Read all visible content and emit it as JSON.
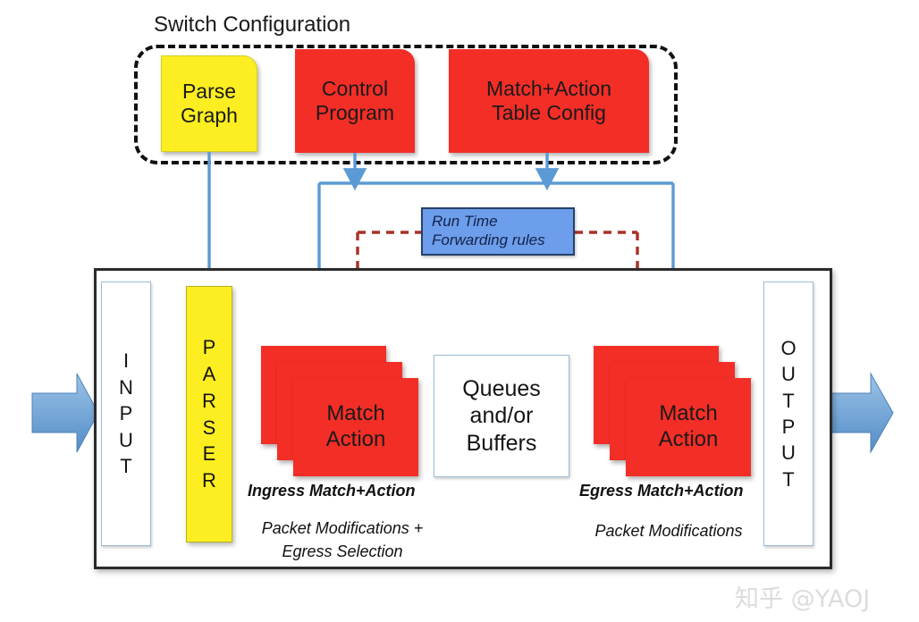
{
  "config_panel": {
    "title": "Switch Configuration",
    "cards": [
      {
        "name": "parse-graph",
        "lines": [
          "Parse",
          "Graph"
        ],
        "color": "#FCEE21"
      },
      {
        "name": "control-program",
        "lines": [
          "Control",
          "Program"
        ],
        "color": "#F32E27"
      },
      {
        "name": "match-action-table-config",
        "lines": [
          "Match+Action",
          "Table Config"
        ],
        "color": "#F32E27"
      }
    ]
  },
  "runtime": {
    "line1": "Run Time",
    "line2": "Forwarding rules",
    "fill": "#6D9EEB",
    "border": "#26416b"
  },
  "pipeline": {
    "input_label": "INPUT",
    "output_label": "OUTPUT",
    "parser_label": "PARSER",
    "queues": {
      "line1": "Queues",
      "line2": "and/or",
      "line3": "Buffers"
    },
    "ingress": {
      "card_line1": "Match",
      "card_line2": "Action",
      "caption": "Ingress Match+Action",
      "subcaption_line1": "Packet Modifications +",
      "subcaption_line2": "Egress Selection"
    },
    "egress": {
      "card_line1": "Match",
      "card_line2": "Action",
      "caption": "Egress Match+Action",
      "subcaption_line1": "Packet Modifications",
      "subcaption_line2": ""
    }
  },
  "colors": {
    "red": "#F32E27",
    "yellow": "#FCEE21",
    "wire_blue": "#5B9BD5",
    "wire_red_dashed": "#A93226",
    "chassis_border": "#2b2b2b",
    "big_arrow_blue": "#6699CC"
  },
  "watermark": "知乎 @YAOJ"
}
